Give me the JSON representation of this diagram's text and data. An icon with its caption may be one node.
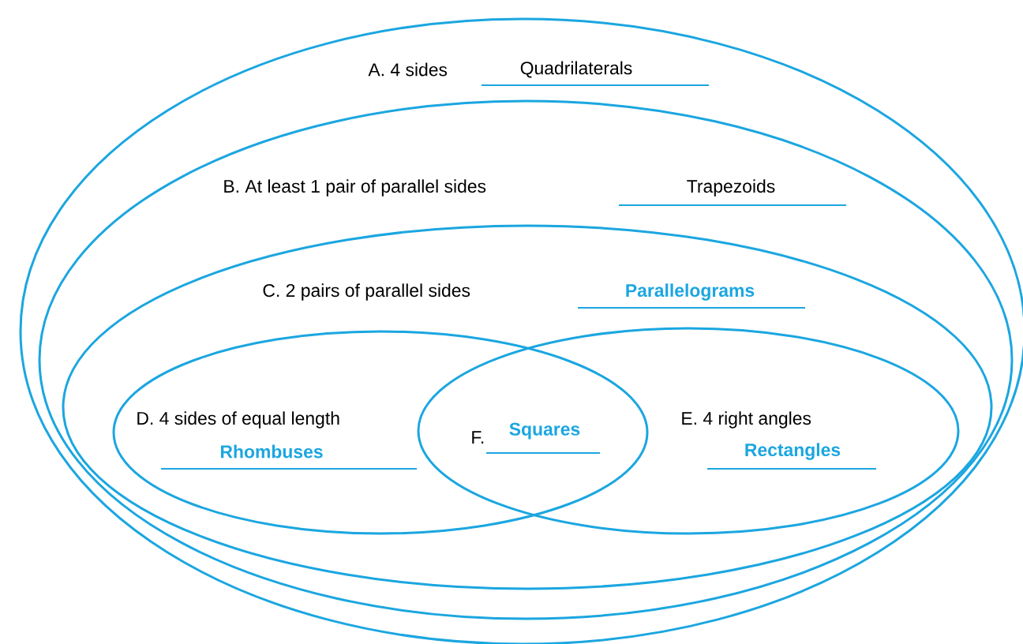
{
  "diagram": {
    "nodes": [
      {
        "text": [
          "A. 4 sides",
          "Quadrilaterals"
        ]
      },
      {
        "text": [
          "B. At least 1 pair of parallel sides",
          "Trapezoids"
        ],
        "in": 0
      },
      {
        "text": [
          "C. 2 pairs of parallel sides",
          "Parallelograms"
        ],
        "in": 1
      },
      {
        "text": [
          "D. 4 sides of equal length",
          "Rhombuses"
        ],
        "in": 2
      },
      {
        "text": [
          "E. 4 right angles",
          "Rectangles"
        ],
        "in": 2
      },
      {
        "text": [
          "F.",
          "Squares"
        ]
      }
    ]
  }
}
